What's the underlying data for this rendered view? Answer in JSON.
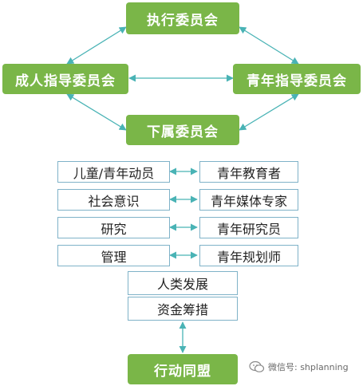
{
  "nodes": {
    "executive": "执行委员会",
    "adult_guidance": "成人指导委员会",
    "youth_guidance": "青年指导委员会",
    "subordinate": "下属委员会",
    "alliance": "行动同盟"
  },
  "pairs": [
    {
      "left": "儿童/青年动员",
      "right": "青年教育者"
    },
    {
      "left": "社会意识",
      "right": "青年媒体专家"
    },
    {
      "left": "研究",
      "right": "青年研究员"
    },
    {
      "left": "管理",
      "right": "青年规划师"
    }
  ],
  "stack": [
    "人类发展",
    "资金筹措"
  ],
  "watermark": "微信号: shplanning",
  "colors": {
    "node": "#7ab648",
    "arrow": "#49b3b5",
    "border": "#7fb2c8"
  }
}
